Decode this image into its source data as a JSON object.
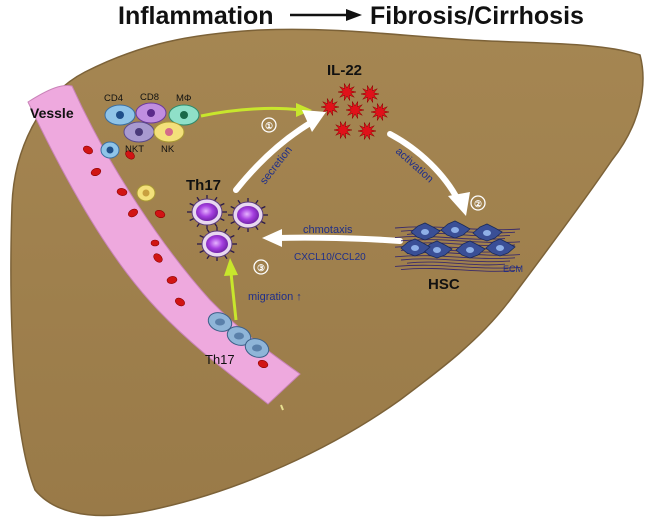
{
  "header": {
    "left": "Inflammation",
    "right": "Fibrosis/Cirrhosis"
  },
  "vessel": {
    "label": "Vessle"
  },
  "immune_cells": {
    "cd4": "CD4",
    "cd8": "CD8",
    "macrophage": "MΦ",
    "nkt": "NKT",
    "nk": "NK"
  },
  "il22": {
    "label": "IL-22"
  },
  "steps": {
    "one": "①",
    "two": "②",
    "three": "③"
  },
  "arrows": {
    "secretion": "secretion",
    "activation": "activation",
    "chemotaxis": "chmotaxis",
    "chemokines": "CXCL10/CCL20",
    "migration": "migration ↑"
  },
  "th17_top": {
    "label": "Th17"
  },
  "th17_bottom": {
    "label": "Th17"
  },
  "hsc": {
    "label": "HSC",
    "ecm": "ECM"
  },
  "colors": {
    "liver": "#a0814d",
    "vessel": "#eea9de",
    "rbc": "#d11414",
    "il22": "#e0111a",
    "hsc": "#3a4f96",
    "th17": "#b048e0",
    "green_arrow": "#c8e62c"
  }
}
